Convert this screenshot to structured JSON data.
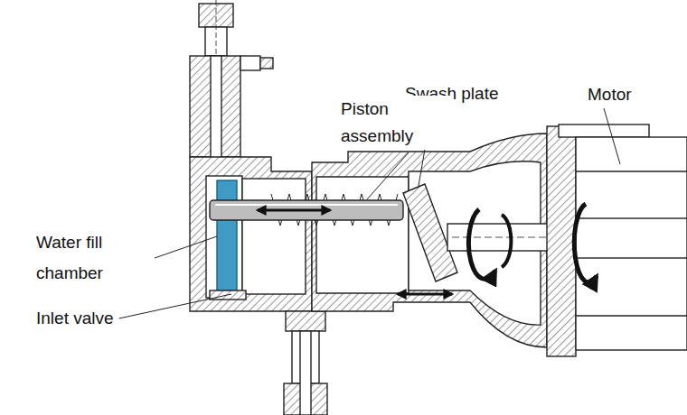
{
  "diagram": {
    "labels": [
      "Swash plate",
      "Motor",
      "Piston assembly",
      "Water fill chamber",
      "Inlet valve"
    ]
  }
}
